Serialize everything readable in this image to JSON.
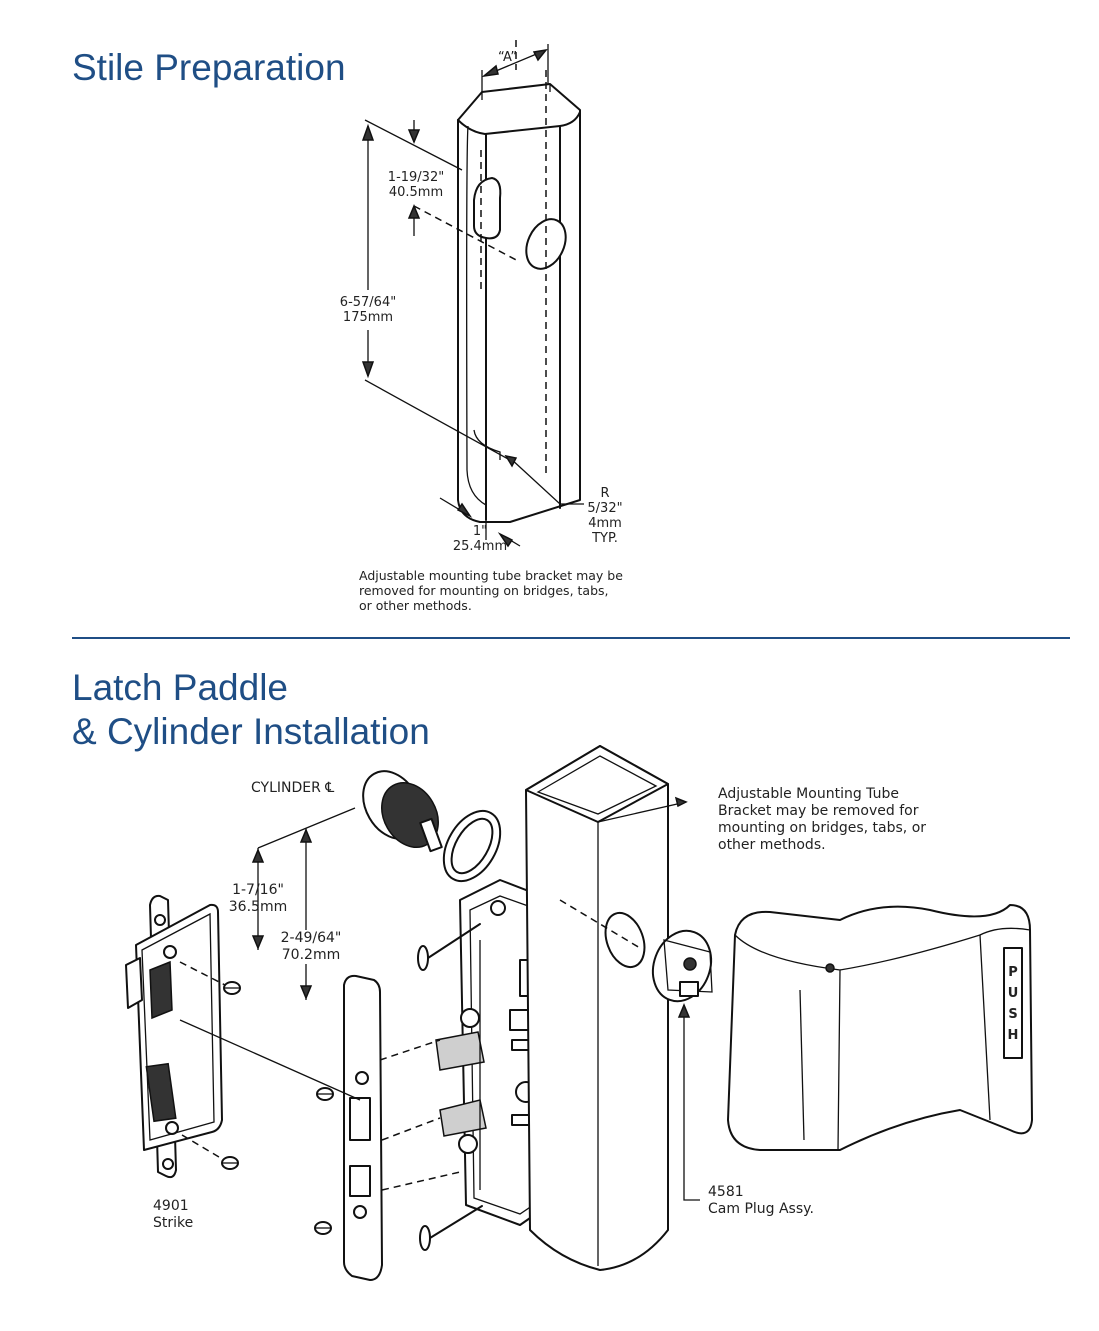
{
  "sections": {
    "stile_prep": {
      "title": "Stile Preparation",
      "dim_a": "“A”",
      "dim_slot_in": "1-19/32\"",
      "dim_slot_mm": "40.5mm",
      "dim_height_in": "6-57/64\"",
      "dim_height_mm": "175mm",
      "radius_r": "R",
      "radius_in": "5/32\"",
      "radius_mm": "4mm",
      "radius_typ": "TYP.",
      "dim_width_in": "1\"",
      "dim_width_mm": "25.4mm",
      "note_line1": "Adjustable mounting tube bracket may be",
      "note_line2": "removed for mounting on bridges, tabs,",
      "note_line3": "or other methods."
    },
    "latch_install": {
      "title_line1": "Latch Paddle",
      "title_line2": "& Cylinder Installation",
      "cylinder_label": "CYLINDER ℄",
      "dim1_in": "1-7/16\"",
      "dim1_mm": "36.5mm",
      "dim2_in": "2-49/64\"",
      "dim2_mm": "70.2mm",
      "bracket_note_1": "Adjustable Mounting Tube",
      "bracket_note_2": "Bracket may be removed for",
      "bracket_note_3": "mounting on bridges, tabs, or",
      "bracket_note_4": "other methods.",
      "strike_part": "4901",
      "strike_name": "Strike",
      "cam_part": "4581",
      "cam_name": "Cam Plug Assy.",
      "paddle_text": "PUSH"
    }
  },
  "colors": {
    "title_blue": "#1f4e85",
    "line": "#111111"
  }
}
